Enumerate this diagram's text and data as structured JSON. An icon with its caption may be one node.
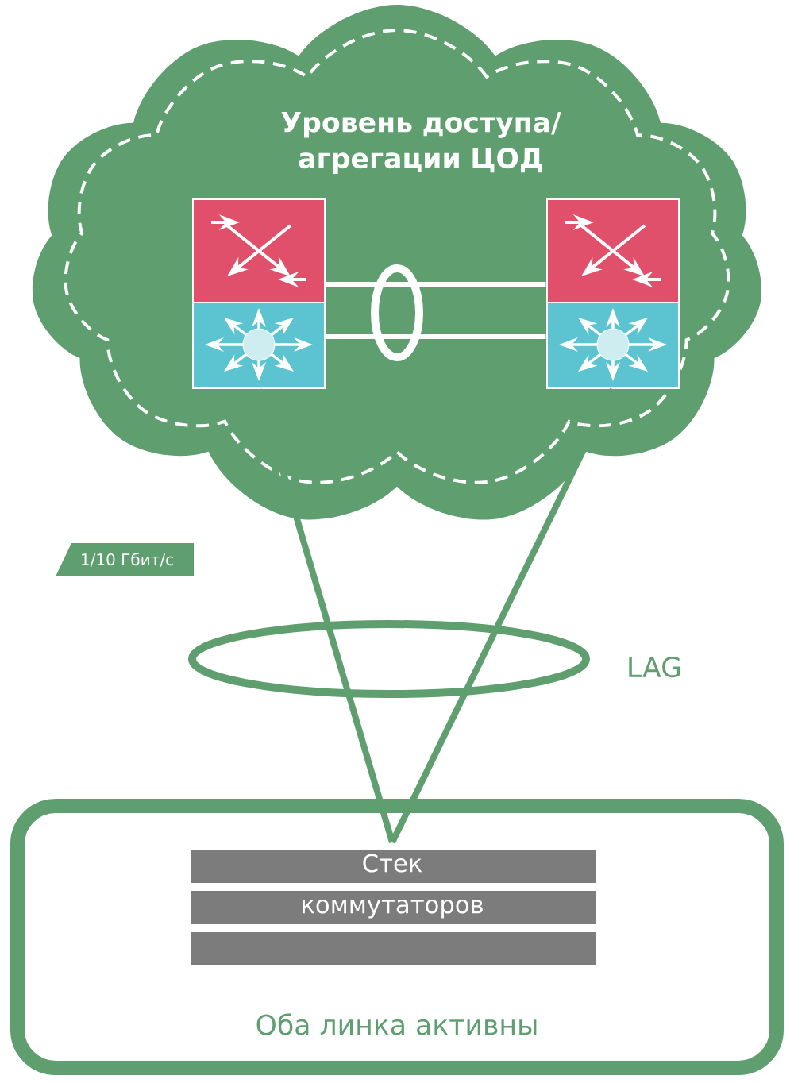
{
  "diagram": {
    "nodes": [
      {
        "text": [
          "Уровень доступа/ агрегации ЦОД"
        ]
      },
      {
        "text": [],
        "shape": "box",
        "in": 0
      },
      {
        "text": [],
        "shape": "box",
        "in": 0
      },
      {
        "text": [
          "Оба линка активны"
        ]
      },
      {
        "text": [
          "Стек коммутаторов"
        ],
        "in": 3
      }
    ],
    "edges": [
      {
        "from": 1,
        "to": 2,
        "arrow": "none",
        "color": "#ffffff"
      },
      {
        "from": 1,
        "to": 2,
        "arrow": "none",
        "color": "#ffffff"
      },
      {
        "from": 1,
        "to": 4,
        "arrow": "none",
        "color": "#5f9f6f"
      },
      {
        "from": 2,
        "to": 4,
        "arrow": "none",
        "color": "#5f9f6f"
      }
    ],
    "labels": [
      "1/10 Гбит/с",
      "LAG"
    ]
  }
}
